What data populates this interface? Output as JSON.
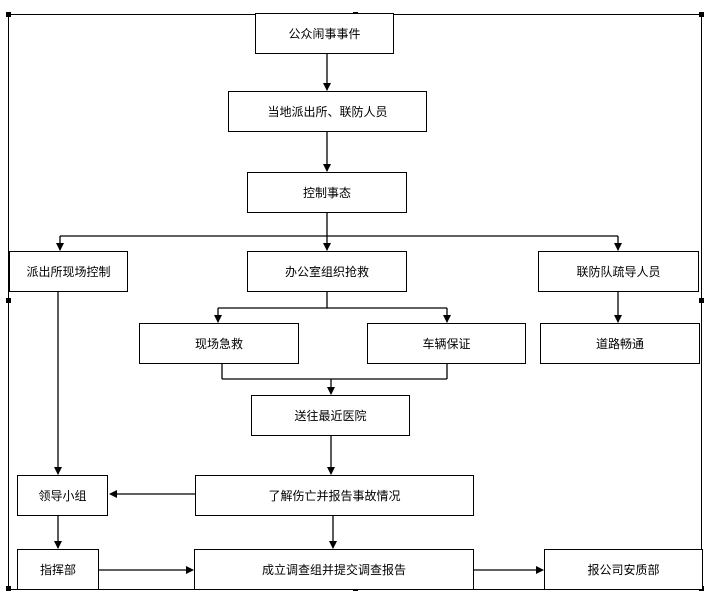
{
  "nodes": {
    "public_incident": "公众闹事事件",
    "local_police": "当地派出所、联防人员",
    "control_situation": "控制事态",
    "police_onsite_control": "派出所现场控制",
    "office_rescue": "办公室组织抢救",
    "joint_defense_evacuate": "联防队疏导人员",
    "onsite_first_aid": "现场急救",
    "vehicle_support": "车辆保证",
    "road_clear": "道路畅通",
    "send_hospital": "送往最近医院",
    "leadership_group": "领导小组",
    "understand_casualties": "了解伤亡并报告事故情况",
    "command_post": "指挥部",
    "investigation_team": "成立调查组并提交调查报告",
    "report_safety_dept": "报公司安质部"
  },
  "colors": {
    "line": "#000000",
    "box_border": "#000000",
    "background": "#ffffff"
  }
}
